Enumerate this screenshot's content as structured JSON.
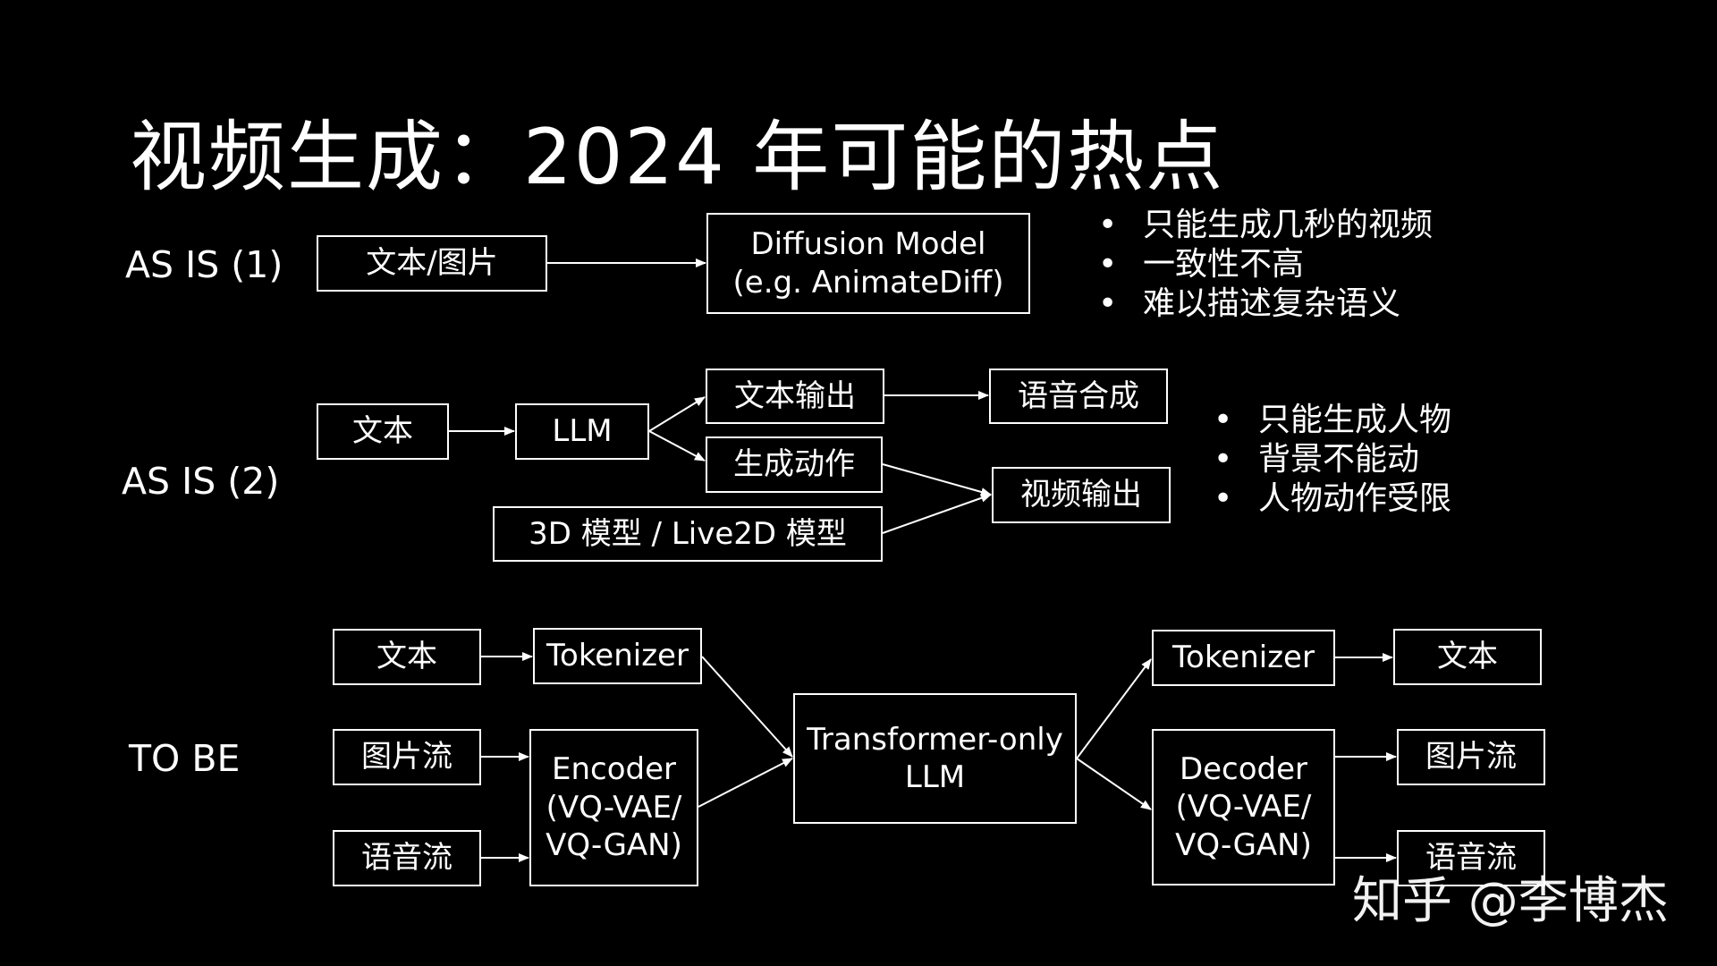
{
  "title": "视频生成：2024 年可能的热点",
  "sections": {
    "as_is_1": {
      "label": "AS IS (1)",
      "input": "文本/图片",
      "model_line1": "Diffusion Model",
      "model_line2": "(e.g. AnimateDiff)",
      "bullets": [
        "只能生成几秒的视频",
        "一致性不高",
        "难以描述复杂语义"
      ]
    },
    "as_is_2": {
      "label": "AS IS (2)",
      "input": "文本",
      "llm": "LLM",
      "text_output": "文本输出",
      "tts": "语音合成",
      "action": "生成动作",
      "model_3d": "3D 模型 / Live2D 模型",
      "video_output": "视频输出",
      "bullets": [
        "只能生成人物",
        "背景不能动",
        "人物动作受限"
      ]
    },
    "to_be": {
      "label": "TO BE",
      "in_text": "文本",
      "in_image": "图片流",
      "in_audio": "语音流",
      "tokenizer_in": "Tokenizer",
      "encoder_line1": "Encoder",
      "encoder_line2": "(VQ-VAE/",
      "encoder_line3": "VQ-GAN)",
      "core_line1": "Transformer-only",
      "core_line2": "LLM",
      "tokenizer_out": "Tokenizer",
      "decoder_line1": "Decoder",
      "decoder_line2": "(VQ-VAE/",
      "decoder_line3": "VQ-GAN)",
      "out_text": "文本",
      "out_image": "图片流",
      "out_audio": "语音流"
    }
  },
  "watermark": "知乎 @李博杰"
}
